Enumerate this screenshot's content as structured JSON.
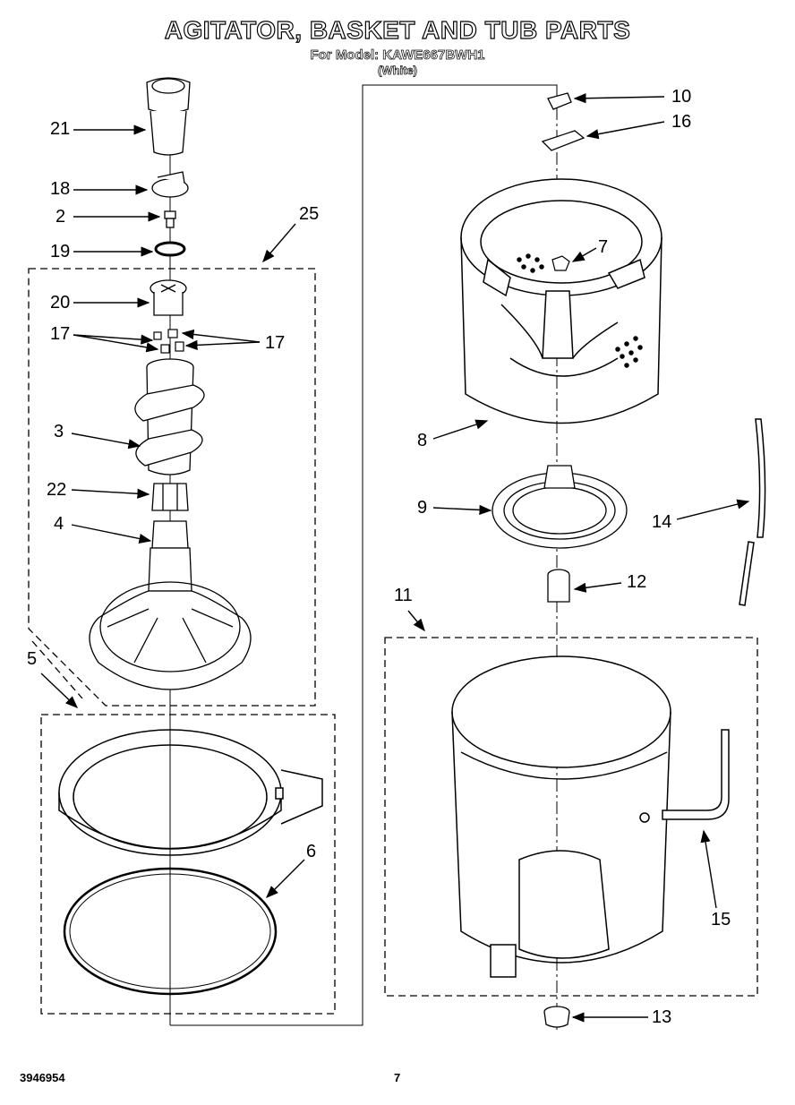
{
  "title": "AGITATOR, BASKET AND TUB PARTS",
  "model_line": "For Model: KAWE667BWH1",
  "color_line": "(White)",
  "footer": {
    "doc_number": "3946954",
    "page_number": "7"
  },
  "callouts": {
    "c21": "21",
    "c18": "18",
    "c2": "2",
    "c19": "19",
    "c25": "25",
    "c20": "20",
    "c17a": "17",
    "c17b": "17",
    "c3": "3",
    "c22": "22",
    "c4": "4",
    "c5": "5",
    "c6": "6",
    "c10": "10",
    "c16": "16",
    "c7": "7",
    "c8": "8",
    "c9": "9",
    "c14": "14",
    "c12": "12",
    "c11": "11",
    "c15": "15",
    "c13": "13"
  }
}
